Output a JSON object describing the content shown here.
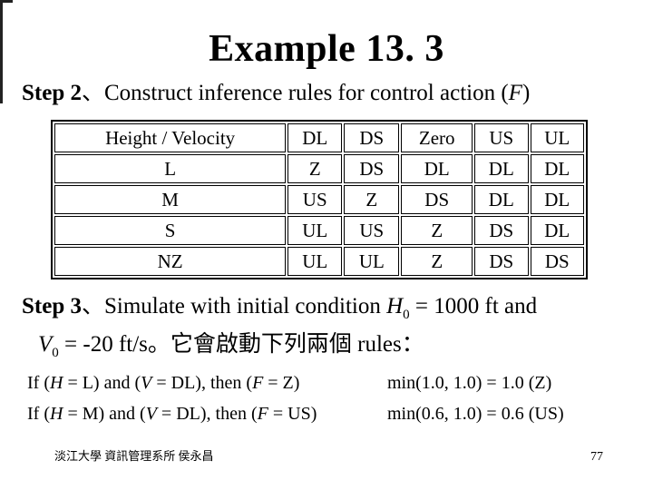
{
  "slide": {
    "title": "Example 13. 3"
  },
  "step2": {
    "label": "Step 2",
    "separator": "、",
    "text": "Construct inference rules for control action (",
    "var": "F",
    "close": ")"
  },
  "table": {
    "header": [
      "Height / Velocity",
      "DL",
      "DS",
      "Zero",
      "US",
      "UL"
    ],
    "rows": [
      [
        "L",
        "Z",
        "DS",
        "DL",
        "DL",
        "DL"
      ],
      [
        "M",
        "US",
        "Z",
        "DS",
        "DL",
        "DL"
      ],
      [
        "S",
        "UL",
        "US",
        "Z",
        "DS",
        "DL"
      ],
      [
        "NZ",
        "UL",
        "UL",
        "Z",
        "DS",
        "DS"
      ]
    ]
  },
  "step3": {
    "label": "Step 3",
    "separator": "、",
    "line1_text": "Simulate with initial condition ",
    "h_var": "H",
    "h_sub": "0",
    "line1_end": " = 1000 ft and",
    "v_var": "V",
    "v_sub": "0",
    "line2_end": " = -20 ft/s。它會啟動下列兩個 rules："
  },
  "rules": [
    {
      "if_open": "If (",
      "h": "H",
      "seg1": " = L) and (",
      "v": "V",
      "seg2": " = DL), then (",
      "f": "F",
      "seg3": " = Z)",
      "calc": "min(1.0, 1.0) = 1.0 (Z)"
    },
    {
      "if_open": "If (",
      "h": "H",
      "seg1": " = M) and (",
      "v": "V",
      "seg2": " = DL), then (",
      "f": "F",
      "seg3": " = US)",
      "calc": "min(0.6, 1.0) = 0.6 (US)"
    }
  ],
  "footer": {
    "affiliation": "淡江大學 資訊管理系所 侯永昌",
    "page": "77"
  }
}
